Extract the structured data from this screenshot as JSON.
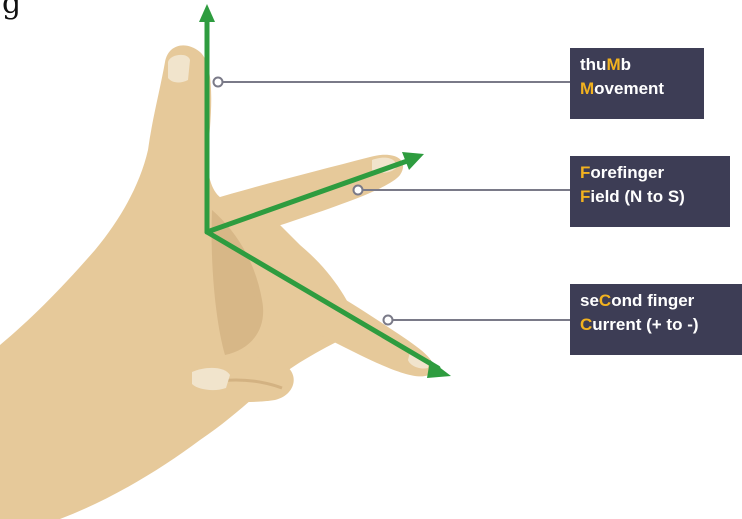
{
  "corner_text": "g",
  "colors": {
    "arrow": "#2e9c3f",
    "label_bg": "#3d3d55",
    "label_text": "#ffffff",
    "highlight": "#f2b21f",
    "skin": "#e6c99a",
    "skin_shadow": "#caa878",
    "nail": "#f1e4cc",
    "leader_line": "#7a7a88"
  },
  "labels": [
    {
      "id": "thumb",
      "lines": [
        [
          {
            "t": "thu"
          },
          {
            "t": "M",
            "hl": true
          },
          {
            "t": "b"
          }
        ],
        [
          {
            "t": "M",
            "hl": true
          },
          {
            "t": "ovement"
          }
        ]
      ]
    },
    {
      "id": "forefinger",
      "lines": [
        [
          {
            "t": "F",
            "hl": true
          },
          {
            "t": "orefinger"
          }
        ],
        [
          {
            "t": "F",
            "hl": true
          },
          {
            "t": "ield (N to S)"
          }
        ]
      ]
    },
    {
      "id": "second",
      "lines": [
        [
          {
            "t": "se"
          },
          {
            "t": "C",
            "hl": true
          },
          {
            "t": "ond finger"
          }
        ],
        [
          {
            "t": "C",
            "hl": true
          },
          {
            "t": "urrent (+ to -)"
          }
        ]
      ]
    }
  ]
}
